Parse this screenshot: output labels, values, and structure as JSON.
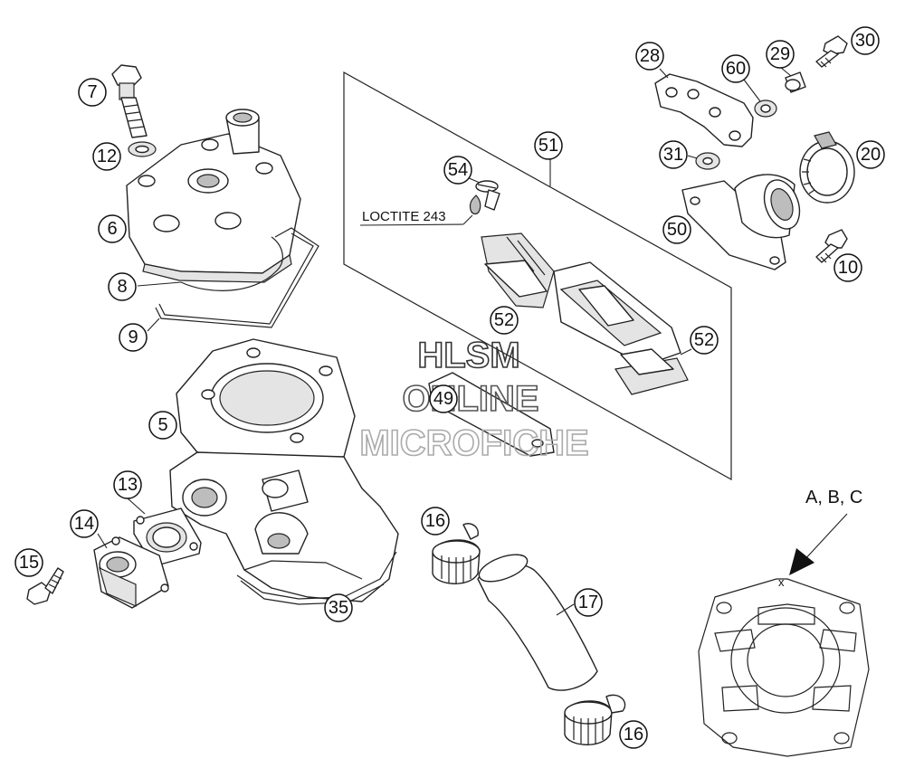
{
  "watermark": {
    "line1": "HLSM",
    "line2": "ONLINE",
    "line3": "MICROFICHE"
  },
  "note_loctite": "LOCTITE 243",
  "note_abc": "A, B, C",
  "mark_x": "x",
  "callouts": {
    "c7": "7",
    "c12": "12",
    "c6": "6",
    "c8": "8",
    "c9": "9",
    "c5": "5",
    "c13": "13",
    "c14": "14",
    "c15": "15",
    "c35": "35",
    "c16a": "16",
    "c16b": "16",
    "c17": "17",
    "c51": "51",
    "c54": "54",
    "c52a": "52",
    "c52b": "52",
    "c49": "49",
    "c28": "28",
    "c60": "60",
    "c29": "29",
    "c30": "30",
    "c31": "31",
    "c20": "20",
    "c50": "50",
    "c10": "10"
  }
}
